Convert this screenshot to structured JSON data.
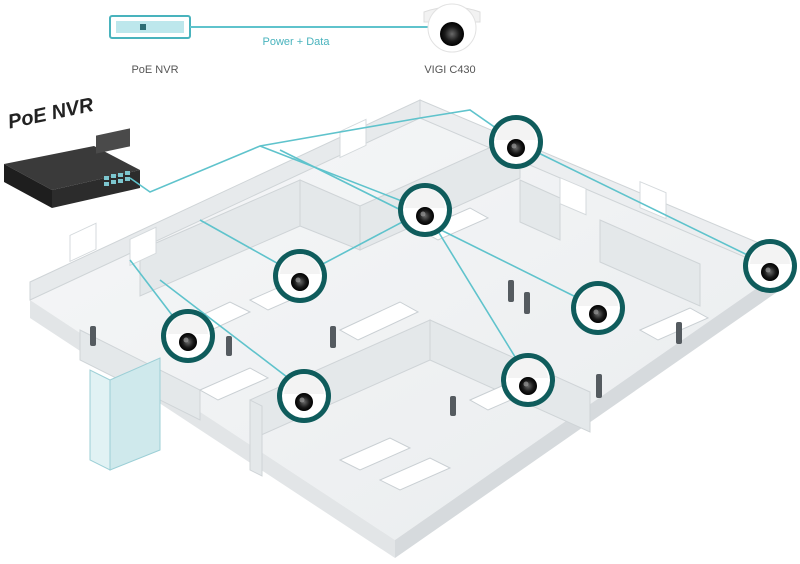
{
  "legend": {
    "nvr_label": "PoE NVR",
    "camera_label": "VIGI C430",
    "link_label": "Power + Data"
  },
  "device": {
    "nvr_title": "PoE NVR"
  },
  "colors": {
    "cable": "#5fc3cc",
    "camera_badge": "#0f5c5c",
    "nvr_body": "#2c2c2c",
    "floor": "#f1f3f4",
    "wall": "#dfe3e6"
  },
  "icons": [
    "dome-camera-icon",
    "nvr-icon"
  ]
}
